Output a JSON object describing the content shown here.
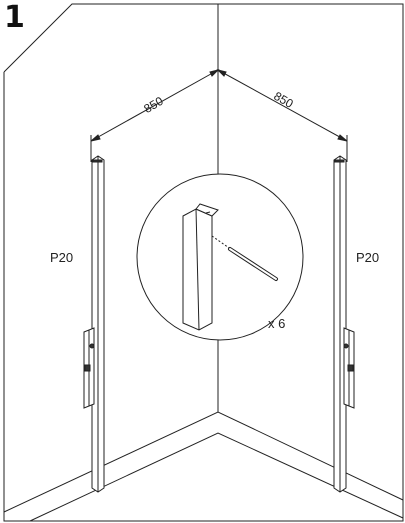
{
  "step": {
    "number": "1"
  },
  "dimensions": {
    "left": "850",
    "right": "850"
  },
  "profiles": {
    "left_label": "P20",
    "right_label": "P20"
  },
  "detail": {
    "quantity": "x 6"
  }
}
